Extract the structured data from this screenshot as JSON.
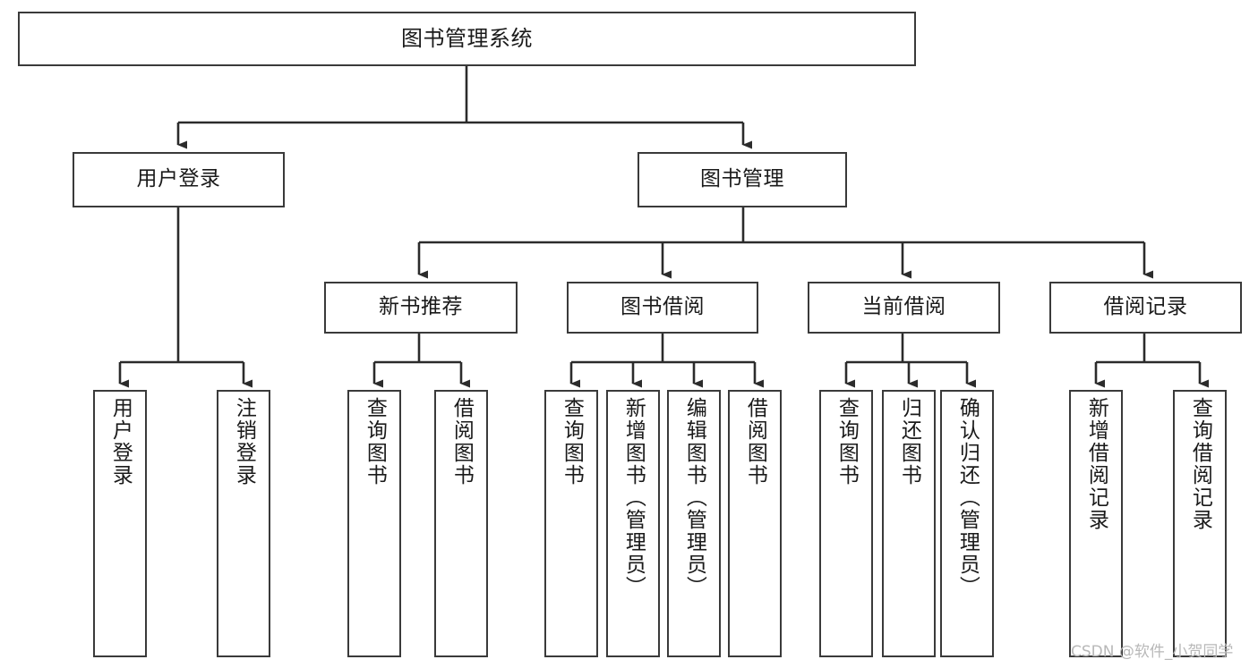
{
  "diagram": {
    "title": "图书管理系统",
    "type": "tree-hierarchy",
    "orientation": "top-down",
    "colors": {
      "box_border": "#3a3a3a",
      "box_fill": "#ffffff",
      "edge": "#2b2b2b",
      "text": "#1a1a1a",
      "watermark": "#b8b8b8",
      "background": "#ffffff"
    },
    "watermark": "CSDN @软件_小贺同学"
  },
  "nodes": {
    "root": {
      "label": "图书管理系统"
    },
    "level2": [
      {
        "label": "用户登录"
      },
      {
        "label": "图书管理"
      }
    ],
    "level3": [
      {
        "label": "新书推荐"
      },
      {
        "label": "图书借阅"
      },
      {
        "label": "当前借阅"
      },
      {
        "label": "借阅记录"
      }
    ],
    "leaves": {
      "user_login": [
        {
          "label": "用户登录"
        },
        {
          "label": "注销登录"
        }
      ],
      "new_book_recommend": [
        {
          "label": "查询图书"
        },
        {
          "label": "借阅图书"
        }
      ],
      "book_borrow": [
        {
          "label": "查询图书"
        },
        {
          "label": "新增图书（管理员）"
        },
        {
          "label": "编辑图书（管理员）"
        },
        {
          "label": "借阅图书"
        }
      ],
      "current_borrow": [
        {
          "label": "查询图书"
        },
        {
          "label": "归还图书"
        },
        {
          "label": "确认归还（管理员）"
        }
      ],
      "borrow_record": [
        {
          "label": "新增借阅记录"
        },
        {
          "label": "查询借阅记录"
        }
      ]
    }
  }
}
